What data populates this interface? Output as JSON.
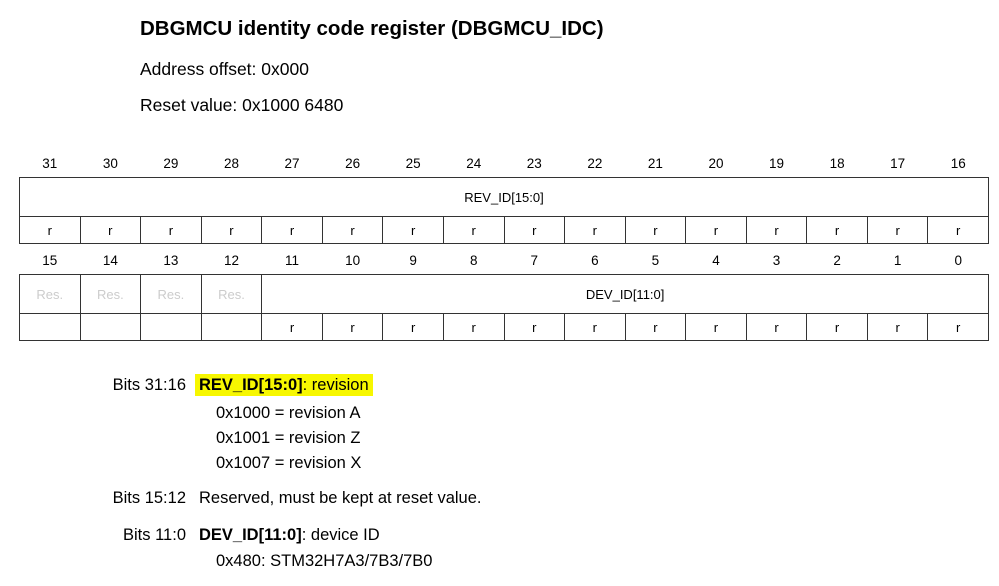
{
  "title": "DBGMCU identity code register (DBGMCU_IDC)",
  "address_offset": "Address offset: 0x000",
  "reset_value": "Reset value: 0x1000 6480",
  "register": {
    "upper": {
      "bits": [
        "31",
        "30",
        "29",
        "28",
        "27",
        "26",
        "25",
        "24",
        "23",
        "22",
        "21",
        "20",
        "19",
        "18",
        "17",
        "16"
      ],
      "fields": [
        {
          "name": "REV_ID[15:0]",
          "span": 16,
          "reserved": false
        }
      ],
      "access": [
        "r",
        "r",
        "r",
        "r",
        "r",
        "r",
        "r",
        "r",
        "r",
        "r",
        "r",
        "r",
        "r",
        "r",
        "r",
        "r"
      ]
    },
    "lower": {
      "bits": [
        "15",
        "14",
        "13",
        "12",
        "11",
        "10",
        "9",
        "8",
        "7",
        "6",
        "5",
        "4",
        "3",
        "2",
        "1",
        "0"
      ],
      "fields": [
        {
          "name": "Res.",
          "span": 1,
          "reserved": true
        },
        {
          "name": "Res.",
          "span": 1,
          "reserved": true
        },
        {
          "name": "Res.",
          "span": 1,
          "reserved": true
        },
        {
          "name": "Res.",
          "span": 1,
          "reserved": true
        },
        {
          "name": "DEV_ID[11:0]",
          "span": 12,
          "reserved": false
        }
      ],
      "access": [
        "",
        "",
        "",
        "",
        "r",
        "r",
        "r",
        "r",
        "r",
        "r",
        "r",
        "r",
        "r",
        "r",
        "r",
        "r"
      ]
    }
  },
  "descriptions": {
    "rev": {
      "bits": "Bits 31:16",
      "field": "REV_ID[15:0]",
      "text": ": revision",
      "values": [
        "0x1000 = revision A",
        "0x1001 = revision Z",
        "0x1007 = revision X"
      ]
    },
    "res": {
      "bits": "Bits 15:12",
      "text": "Reserved, must be kept at reset value."
    },
    "dev": {
      "bits": "Bits 11:0",
      "field": "DEV_ID[11:0]",
      "text": ": device ID",
      "values": [
        "0x480: STM32H7A3/7B3/7B0"
      ]
    }
  },
  "colors": {
    "highlight": "#f7f700"
  }
}
